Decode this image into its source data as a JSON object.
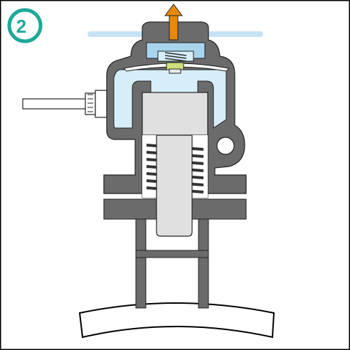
{
  "step": {
    "number": "2"
  },
  "colors": {
    "frame": "#000000",
    "background": "#ffffff",
    "body_gray": "#6b6b6b",
    "fluid_light_blue": "#d6eef9",
    "fluid_mid_blue": "#a9d4ee",
    "piston_light_gray": "#e0e0e0",
    "airflow_arrow": "#e8890c",
    "badge_teal": "#1ea99a",
    "spring_dark": "#333333",
    "diaphragm_green": "#cde07a",
    "jet_blue": "#bfe0f4"
  },
  "icons": {
    "step_badge": "circle-badge",
    "flow_arrow": "arrow-up"
  }
}
